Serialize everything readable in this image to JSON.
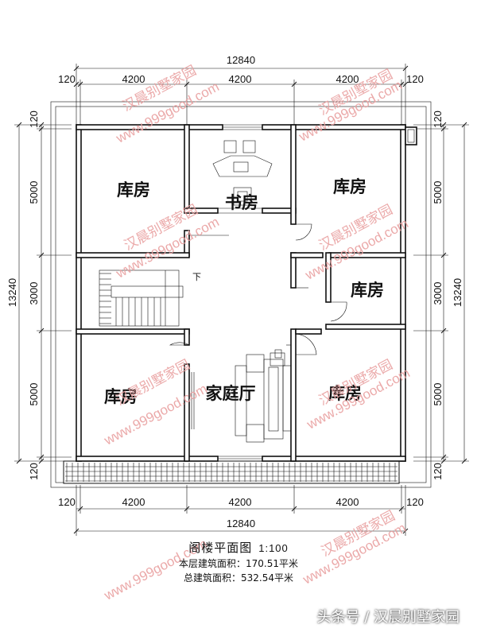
{
  "dimensions": {
    "top_total": "12840",
    "top_segments": [
      "120",
      "4200",
      "4200",
      "4200",
      "120"
    ],
    "bottom_segments": [
      "120",
      "4200",
      "4200",
      "4200",
      "120"
    ],
    "bottom_total": "12840",
    "left_total": "13240",
    "left_segments": [
      "120",
      "5000",
      "3000",
      "5000",
      "120"
    ],
    "right_total": "13240",
    "right_segments": [
      "120",
      "5000",
      "3000",
      "5000",
      "120"
    ]
  },
  "rooms": {
    "storage_top_left": "库房",
    "study": "书房",
    "storage_top_right": "库房",
    "storage_mid_right": "库房",
    "storage_bottom_left": "库房",
    "family_hall": "家庭厅",
    "storage_bottom_right": "库房"
  },
  "stair_mark": "下",
  "caption": {
    "title": "阁楼平面图",
    "scale": "1:100",
    "floor_area": "本层建筑面积：170.51平米",
    "total_area": "总建筑面积：532.54平米"
  },
  "watermark": {
    "brand": "汉晨别墅家园",
    "url": "www.999good.com"
  },
  "footer_credit": "头条号 / 汉晨别墅家园"
}
